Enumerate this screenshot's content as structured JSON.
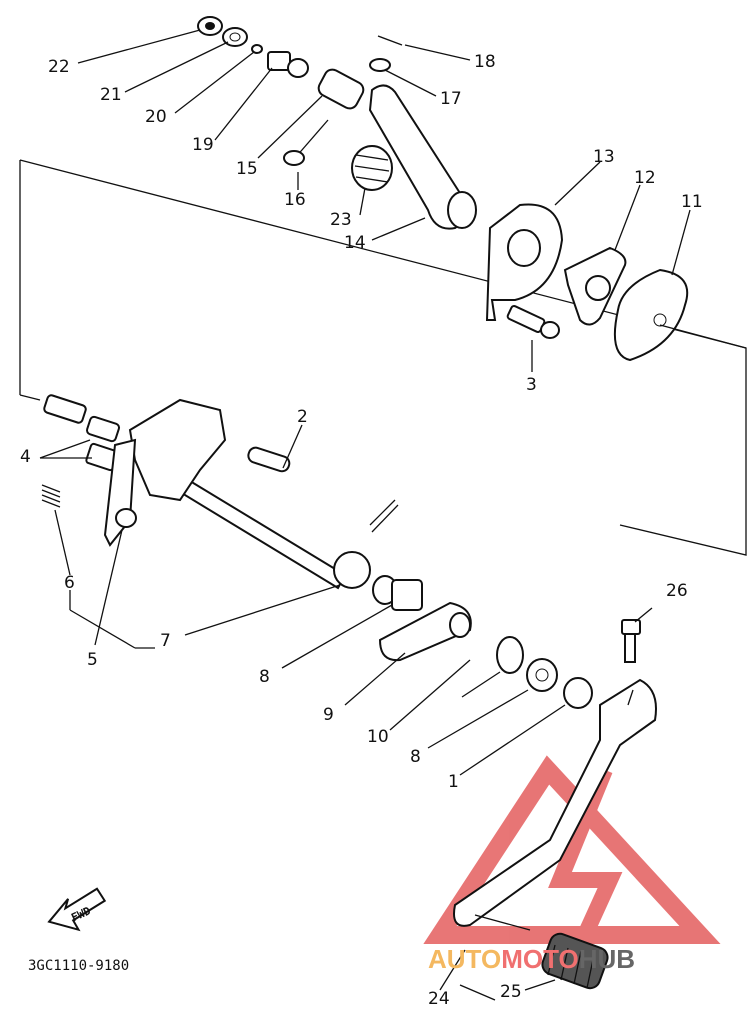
{
  "diagram": {
    "callouts": [
      "22",
      "21",
      "20",
      "19",
      "15",
      "16",
      "18",
      "17",
      "23",
      "14",
      "13",
      "12",
      "11",
      "3",
      "2",
      "4",
      "6",
      "5",
      "7",
      "8",
      "9",
      "10",
      "8",
      "1",
      "26",
      "24",
      "25"
    ],
    "fwd_label": "FWD",
    "drawing_code": "3GC1110-9180"
  },
  "watermark": {
    "part1": "AUTO",
    "part2": "MOTO",
    "part3": "HUB",
    "colors": {
      "triangle": "#e04848",
      "auto": "#f4b860",
      "moto": "#f07070",
      "hub": "#666666"
    }
  }
}
